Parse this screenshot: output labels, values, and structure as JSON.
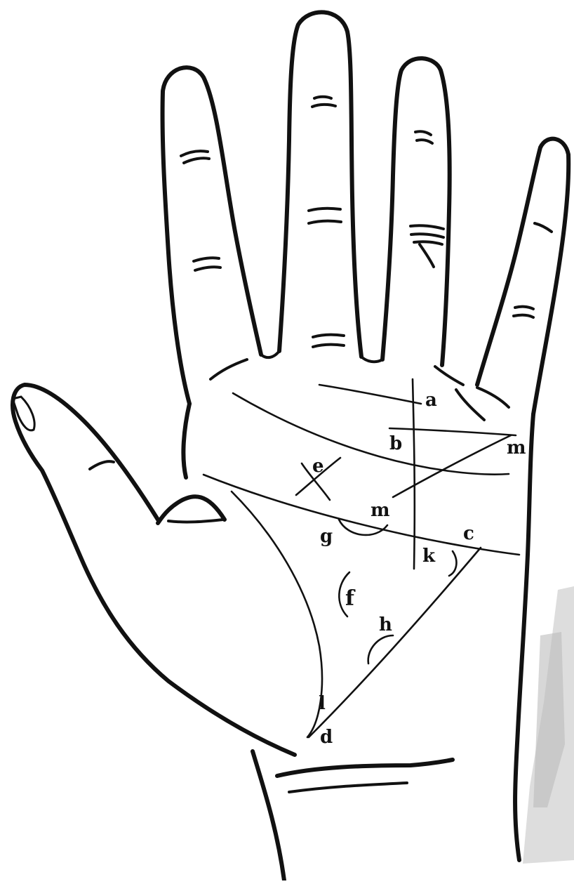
{
  "labels": {
    "a": "a",
    "b": "b",
    "c": "c",
    "d": "d",
    "e": "e",
    "f": "f",
    "g": "g",
    "h": "h",
    "k": "k",
    "l": "l",
    "m_upper": "m",
    "m_lower": "m"
  },
  "colors": {
    "ink": "#111111",
    "paper": "#ffffff",
    "shade": "#c8c8c8"
  }
}
